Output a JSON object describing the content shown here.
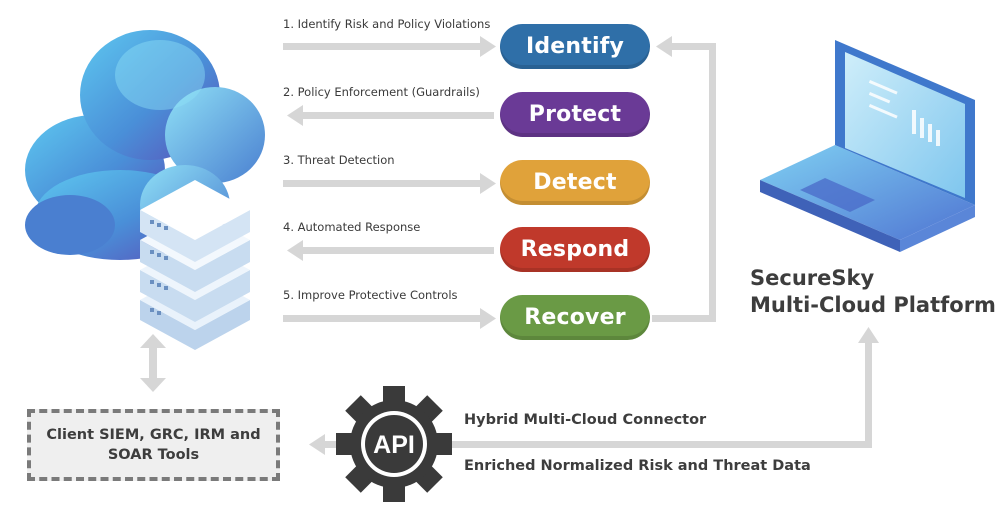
{
  "steps": [
    {
      "label": "1. Identify Risk and Policy Violations",
      "stage": "Identify",
      "color": "#2f6fa8",
      "direction": "to-stage"
    },
    {
      "label": "2. Policy Enforcement (Guardrails)",
      "stage": "Protect",
      "color": "#6a3a96",
      "direction": "to-cloud"
    },
    {
      "label": "3. Threat Detection",
      "stage": "Detect",
      "color": "#e0a23a",
      "direction": "to-stage"
    },
    {
      "label": "4. Automated Response",
      "stage": "Respond",
      "color": "#c0392b",
      "direction": "to-cloud"
    },
    {
      "label": "5. Improve Protective Controls",
      "stage": "Recover",
      "color": "#6a9a45",
      "direction": "to-stage"
    }
  ],
  "platform": {
    "line1": "SecureSky",
    "line2": "Multi-Cloud Platform"
  },
  "client_tools": {
    "text": "Client SIEM, GRC, IRM and\nSOAR Tools"
  },
  "api": {
    "badge": "API",
    "connector_label": "Hybrid Multi-Cloud Connector",
    "data_label": "Enriched Normalized Risk and Threat Data"
  },
  "colors": {
    "arrow": "#d6d6d6",
    "gear": "#3a3a3a",
    "text": "#3d3d3d"
  }
}
